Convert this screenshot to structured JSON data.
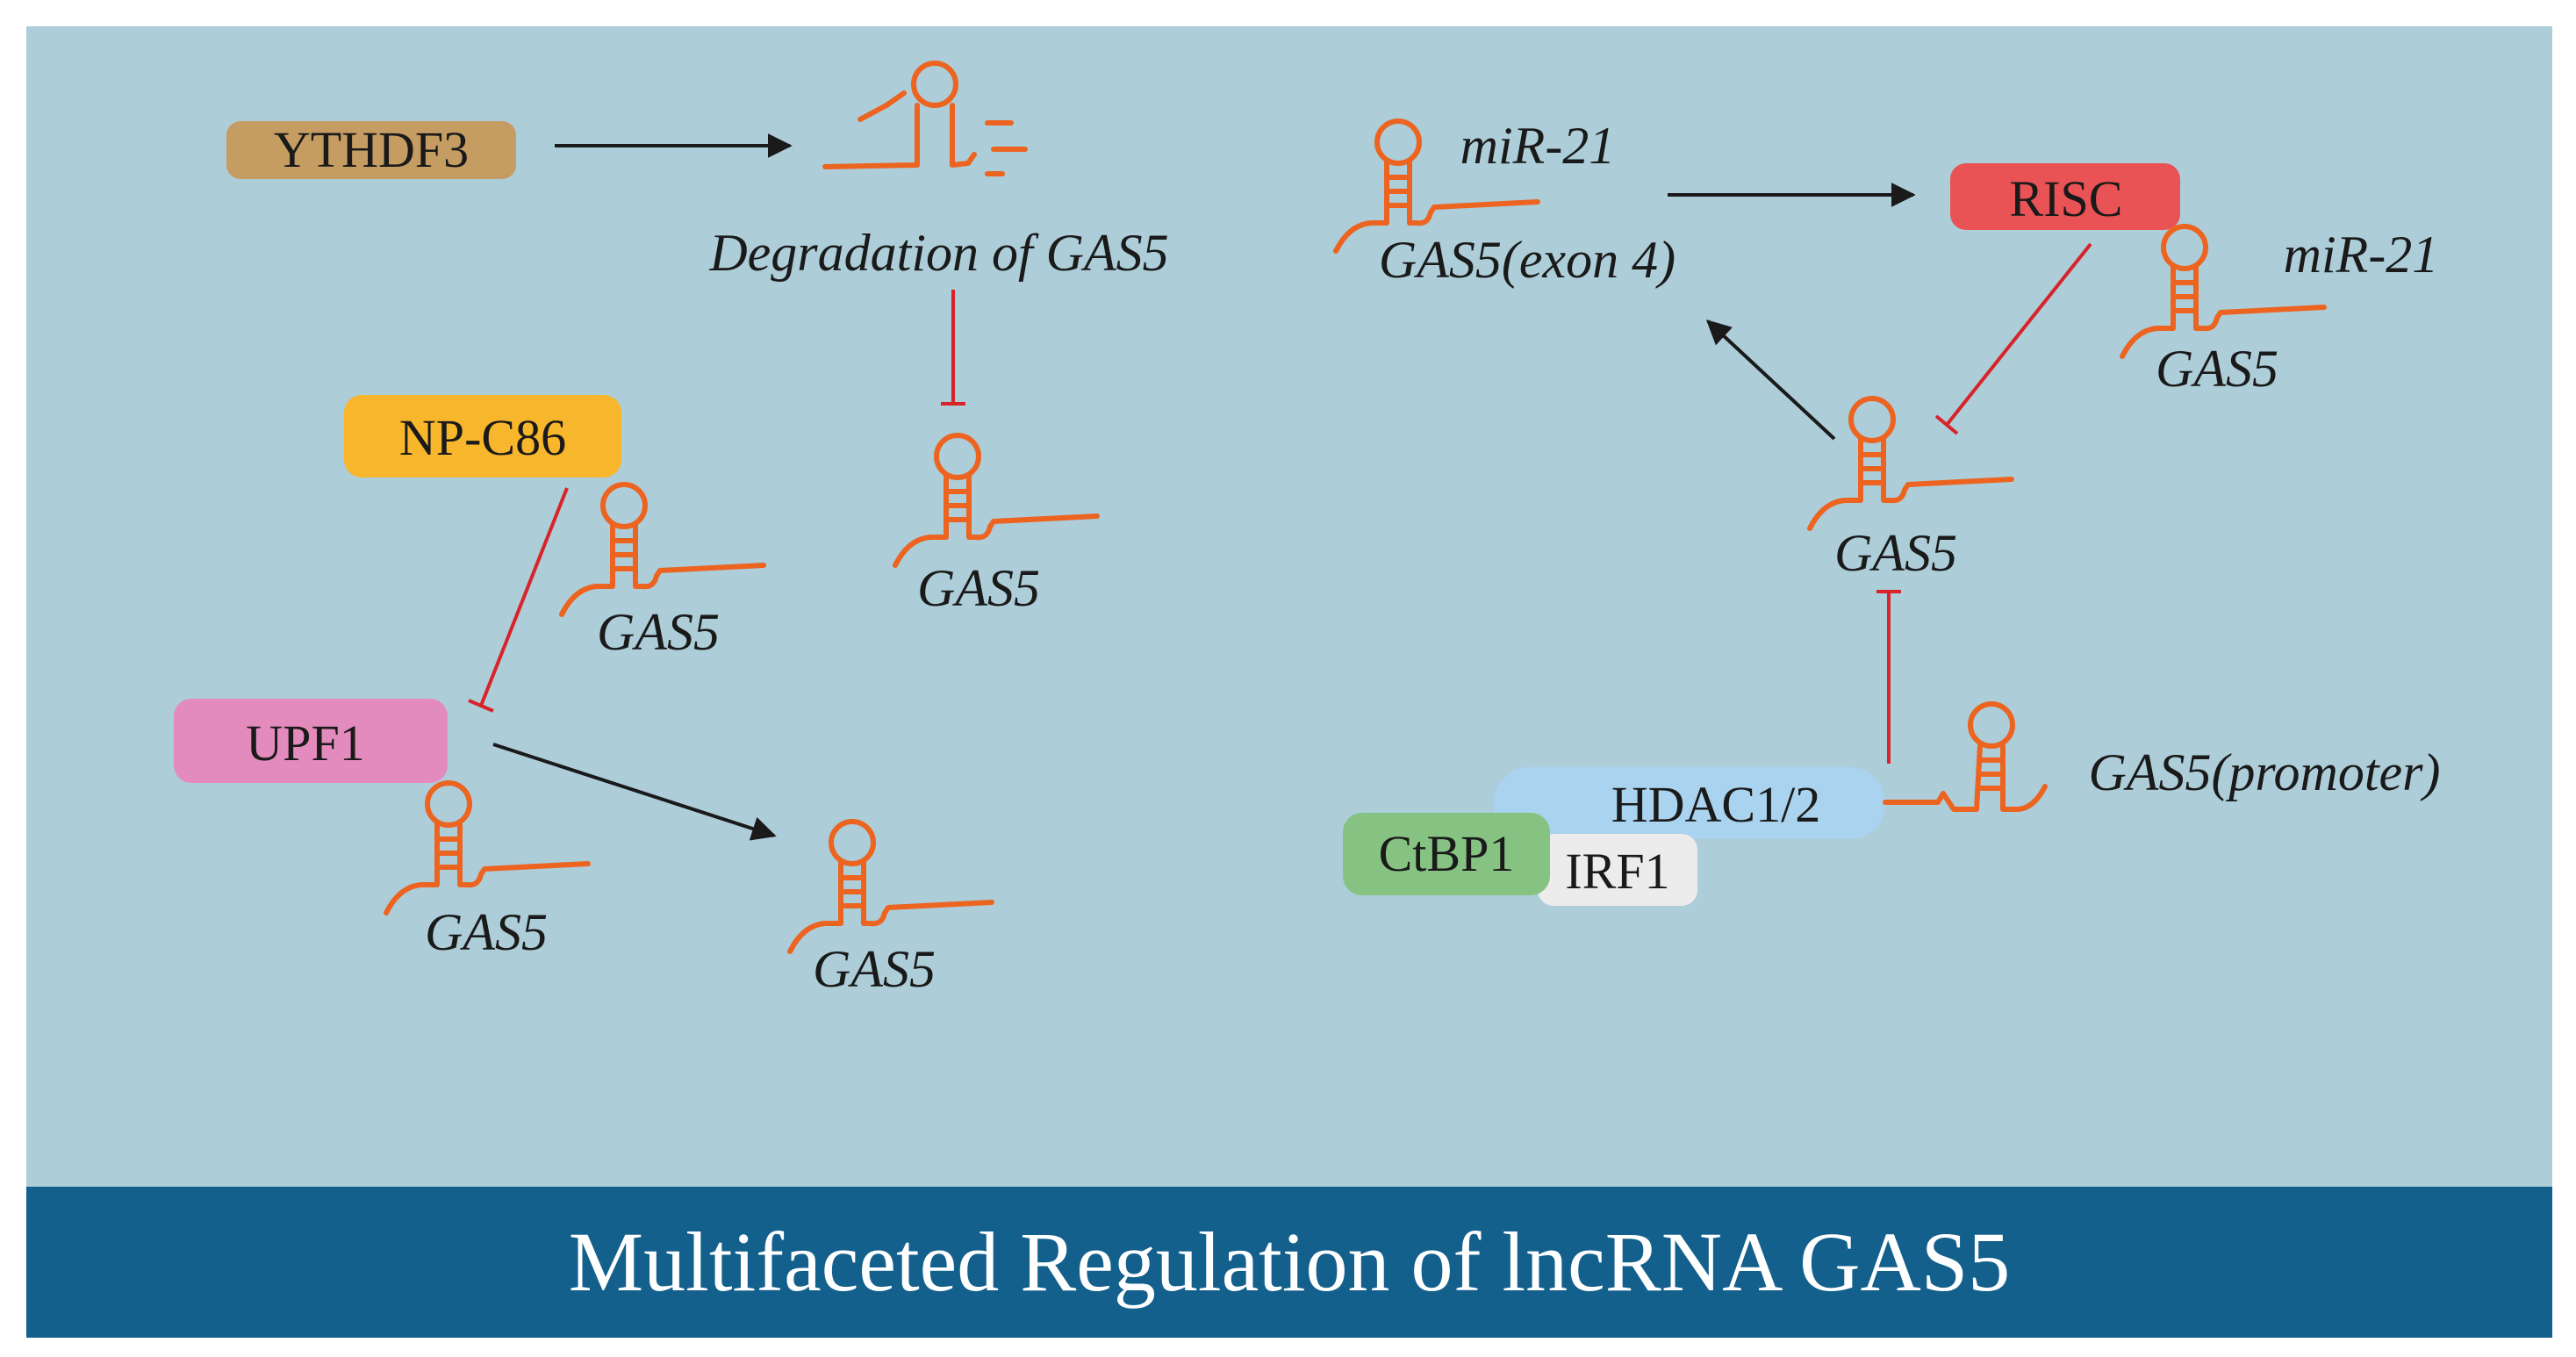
{
  "colors": {
    "background": "#adcdd9",
    "footer": "#13608c",
    "rna": "#ec6420",
    "inhibit": "#d8232a",
    "activate": "#1a1a1a",
    "ythdf3": "#c59d63",
    "npc86": "#f8b62c",
    "upf1": "#e48bbd",
    "risc": "#ea5356",
    "hdac": "#a9d3ee",
    "ctbp1": "#86c382",
    "irf1": "#ececec"
  },
  "proteins": {
    "ythdf3": "YTHDF3",
    "npc86": "NP-C86",
    "upf1": "UPF1",
    "risc": "RISC",
    "hdac": "HDAC1/2",
    "ctbp1": "CtBP1",
    "irf1": "IRF1"
  },
  "labels": {
    "degradation": "Degradation of GAS5",
    "gas5": "GAS5",
    "gas5_exon4": "GAS5(exon 4)",
    "gas5_promoter": "GAS5(promoter)",
    "mir21": "miR-21"
  },
  "title": "Multifaceted Regulation of lncRNA GAS5"
}
